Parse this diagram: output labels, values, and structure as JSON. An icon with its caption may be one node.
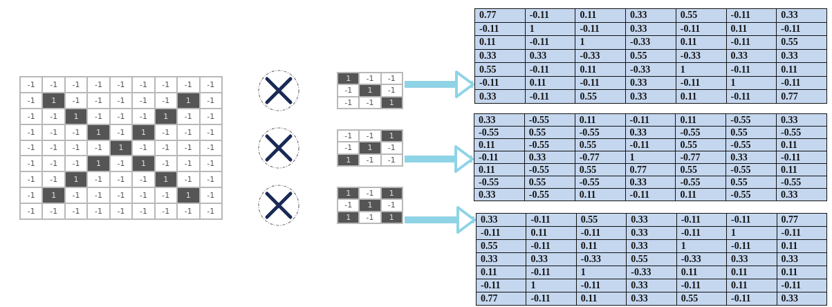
{
  "diagram": {
    "nodes": [
      {
        "text": [
          "-1",
          "-1",
          "-1",
          "-1",
          "-1",
          "-1",
          "-1",
          "-1",
          "-1",
          "-1",
          "1",
          "-1",
          "-1",
          "-1",
          "-1",
          "-1",
          "1",
          "-1",
          "-1",
          "-1",
          "1",
          "-1",
          "-1",
          "-1",
          "1",
          "-1",
          "-1",
          "-1",
          "-1",
          "-1",
          "1",
          "-1",
          "1",
          "-1",
          "-1",
          "-1",
          "-1",
          "-1",
          "-1",
          "-1",
          "1",
          "-1",
          "-1",
          "-1",
          "-1",
          "-1",
          "-1",
          "-1",
          "1",
          "-1",
          "1",
          "-1",
          "-1",
          "-1",
          "-1",
          "-1",
          "1",
          "-1",
          "-1",
          "-1",
          "1",
          "-1",
          "-1",
          "-1",
          "1",
          "-1",
          "-1",
          "-1",
          "-1",
          "-1",
          "1",
          "-1",
          "-1",
          "-1",
          "-1",
          "-1",
          "-1",
          "-1",
          "-1",
          "-1",
          "-1"
        ]
      },
      {
        "text": [],
        "shape": "circle"
      },
      {
        "text": [],
        "shape": "circle"
      },
      {
        "text": [],
        "shape": "circle"
      },
      {
        "text": [
          "1",
          "-1",
          "-1",
          "-1",
          "1",
          "-1",
          "-1",
          "-1",
          "1"
        ]
      },
      {
        "text": [
          "-1",
          "-1",
          "1",
          "-1",
          "1",
          "-1",
          "1",
          "-1",
          "-1"
        ]
      },
      {
        "text": [
          "1",
          "-1",
          "1",
          "-1",
          "1",
          "-1",
          "1",
          "-1",
          "1"
        ]
      },
      {
        "text": [
          "0.77",
          "-0.11",
          "0.11",
          "0.33",
          "0.55",
          "-0.11",
          "0.33",
          "-0.11",
          "1",
          "-0.11",
          "0.33",
          "-0.11",
          "0.11",
          "-0.11",
          "0.11",
          "-0.11",
          "1",
          "-0.33",
          "0.11",
          "-0.11",
          "0.55",
          "0.33",
          "0.33",
          "-0.33",
          "0.55",
          "-0.33",
          "0.33",
          "0.33",
          "0.55",
          "-0.11",
          "0.11",
          "-0.33",
          "1",
          "-0.11",
          "0.11",
          "-0.11",
          "0.11",
          "-0.11",
          "0.33",
          "-0.11",
          "1",
          "-0.11",
          "0.33",
          "-0.11",
          "0.55",
          "0.33",
          "0.11",
          "-0.11",
          "0.77"
        ]
      },
      {
        "text": [
          "0.33",
          "-0.55",
          "0.11",
          "-0.11",
          "0.11",
          "-0.55",
          "0.33",
          "-0.55",
          "0.55",
          "-0.55",
          "0.33",
          "-0.55",
          "0.55",
          "-0.55",
          "0.11",
          "-0.55",
          "0.55",
          "-0.11",
          "0.55",
          "-0.55",
          "0.11",
          "-0.11",
          "0.33",
          "-0.77",
          "1",
          "-0.77",
          "0.33",
          "-0.11",
          "0.11",
          "-0.55",
          "0.55",
          "0.77",
          "0.55",
          "-0.55",
          "0.11",
          "-0.55",
          "0.55",
          "-0.55",
          "0.33",
          "-0.55",
          "0.55",
          "-0.55",
          "0.33",
          "-0.55",
          "0.11",
          "-0.11",
          "0.11",
          "-0.55",
          "0.33"
        ]
      },
      {
        "text": [
          "0.33",
          "-0.11",
          "0.55",
          "0.33",
          "-0.11",
          "-0.11",
          "0.77",
          "-0.11",
          "0.11",
          "-0.11",
          "0.33",
          "-0.11",
          "1",
          "-0.11",
          "0.55",
          "-0.11",
          "0.11",
          "0.33",
          "1",
          "-0.11",
          "0.11",
          "0.33",
          "0.33",
          "-0.33",
          "0.55",
          "-0.33",
          "0.33",
          "0.33",
          "0.11",
          "-0.11",
          "1",
          "-0.33",
          "0.11",
          "0.11",
          "0.11",
          "-0.11",
          "1",
          "-0.11",
          "0.33",
          "-0.11",
          "0.11",
          "-0.11",
          "0.77",
          "-0.11",
          "0.11",
          "0.33",
          "0.55",
          "-0.11",
          "0.33"
        ]
      }
    ],
    "edges": [
      {
        "from": 4,
        "to": 7,
        "arrow": "to"
      },
      {
        "from": 5,
        "to": 8,
        "arrow": "to"
      },
      {
        "from": 6,
        "to": 9,
        "arrow": "to"
      }
    ]
  }
}
